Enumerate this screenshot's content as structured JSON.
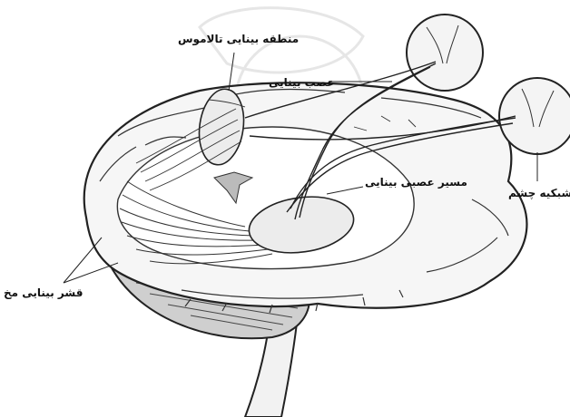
{
  "labels": {
    "thalamus_visual_area": "منطقه بینایی تالاموس",
    "optic_nerve": "عصب بینایی",
    "optic_tract": "مسیر عصبی بینایی",
    "retina": "شبکیه چشم",
    "visual_cortex": "قشر بینایی مخ"
  },
  "colors": {
    "line": "#222222",
    "background": "#ffffff",
    "shade": "#e9e9e9"
  }
}
